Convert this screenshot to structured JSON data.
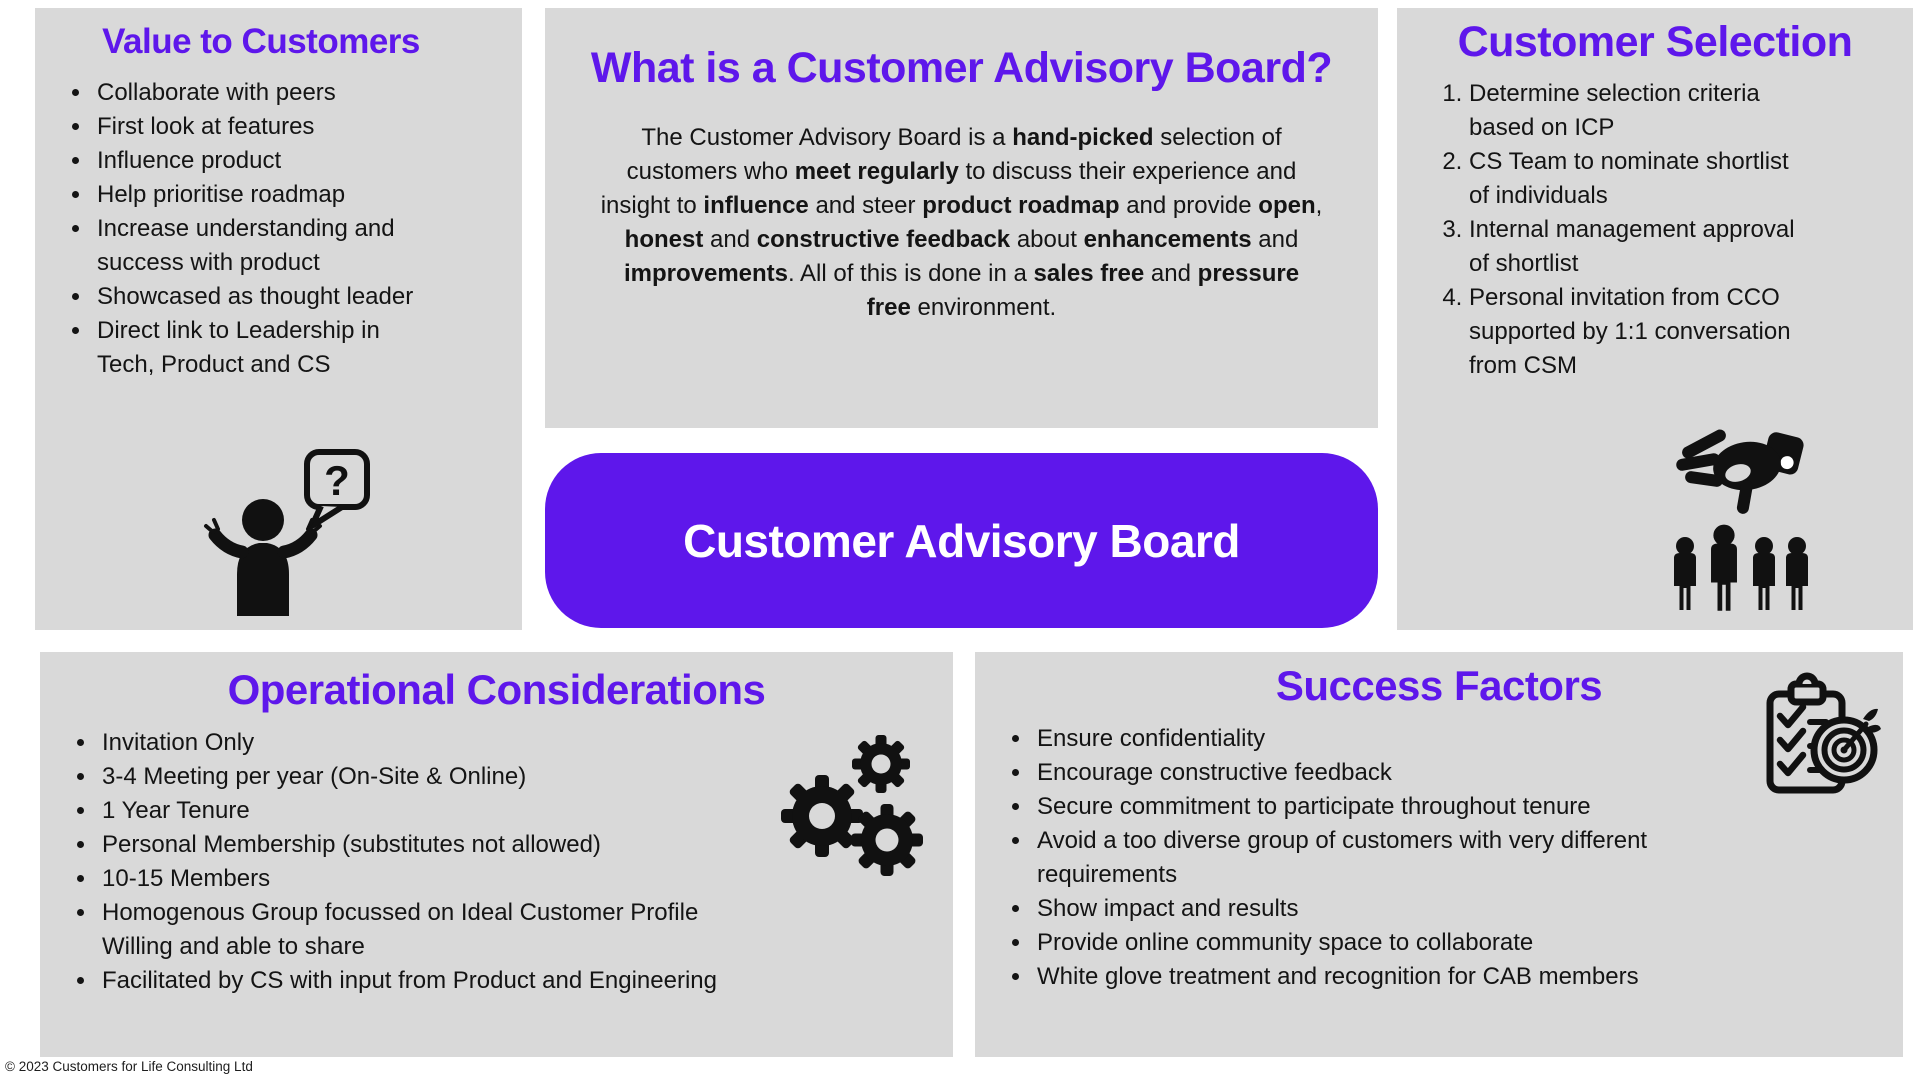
{
  "page": {
    "accent_purple": "#5E17EB",
    "panel_gray": "#D9D9D9",
    "footer": "© 2023 Customers for Life Consulting Ltd"
  },
  "value_panel": {
    "title": "Value to Customers",
    "icon": "person-shrug-question-icon",
    "items": [
      "Collaborate with peers",
      "First look at features",
      "Influence product",
      "Help prioritise roadmap",
      "Increase understanding and\nsuccess with product",
      "Showcased as thought leader",
      "Direct link to Leadership in\nTech, Product and CS"
    ]
  },
  "what_panel": {
    "title": "What is a Customer Advisory Board?",
    "paragraph": [
      {
        "t": "The Customer Advisory Board is a ",
        "b": false
      },
      {
        "t": "hand-picked",
        "b": true
      },
      {
        "t": " selection of customers who ",
        "b": false
      },
      {
        "t": "meet regularly",
        "b": true
      },
      {
        "t": " to discuss their experience and insight to ",
        "b": false
      },
      {
        "t": "influence",
        "b": true
      },
      {
        "t": " and steer ",
        "b": false
      },
      {
        "t": "product roadmap",
        "b": true
      },
      {
        "t": " and provide ",
        "b": false
      },
      {
        "t": "open",
        "b": true
      },
      {
        "t": ", ",
        "b": false
      },
      {
        "t": "honest",
        "b": true
      },
      {
        "t": " and ",
        "b": false
      },
      {
        "t": "constructive feedback",
        "b": true
      },
      {
        "t": " about ",
        "b": false
      },
      {
        "t": "enhancements",
        "b": true
      },
      {
        "t": " and ",
        "b": false
      },
      {
        "t": "improvements",
        "b": true
      },
      {
        "t": ". All of this is done in a ",
        "b": false
      },
      {
        "t": "sales free",
        "b": true
      },
      {
        "t": " and ",
        "b": false
      },
      {
        "t": "pressure free",
        "b": true
      },
      {
        "t": " environment.",
        "b": false
      }
    ]
  },
  "cab_banner": {
    "label": "Customer Advisory Board"
  },
  "selection_panel": {
    "title": "Customer Selection",
    "icon": "hand-picking-people-icon",
    "items": [
      "Determine selection criteria\nbased on ICP",
      "CS Team to nominate shortlist\nof individuals",
      "Internal management approval\nof shortlist",
      "Personal invitation from CCO\nsupported by 1:1 conversation\nfrom CSM"
    ]
  },
  "operational_panel": {
    "title": "Operational Considerations",
    "icon": "gears-icon",
    "items": [
      "Invitation Only",
      "3-4 Meeting per year (On-Site & Online)",
      "1 Year Tenure",
      "Personal Membership (substitutes not allowed)",
      "10-15 Members",
      "Homogenous Group focussed on Ideal Customer Profile\nWilling and able to share",
      "Facilitated by CS with input from Product and Engineering"
    ]
  },
  "success_panel": {
    "title": "Success Factors",
    "icon": "checklist-target-icon",
    "items": [
      "Ensure confidentiality",
      "Encourage constructive feedback",
      "Secure commitment to participate throughout tenure",
      "Avoid a too diverse group of customers with very different\nrequirements",
      "Show impact and results",
      "Provide online community space to collaborate",
      "White glove treatment and recognition for CAB members"
    ]
  }
}
